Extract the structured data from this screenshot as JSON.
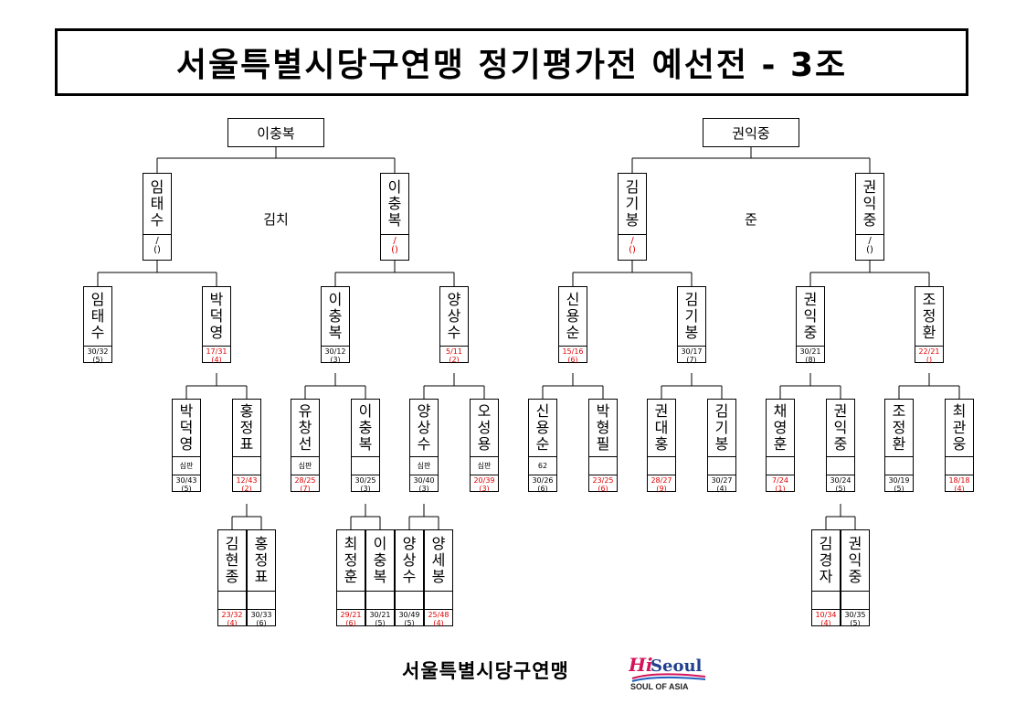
{
  "title": "서울특별시당구연맹 정기평가전 예선전 - 3조",
  "footer": {
    "org_text": "서울특별시당구연맹",
    "logo_brand": "Hi Seoul",
    "logo_tagline": "SOUL OF ASIA"
  },
  "bracket": {
    "left": {
      "winner": "이충복",
      "final_label": "김치",
      "semifinal": [
        {
          "name": "임태수",
          "slash": "/",
          "paren": "()",
          "red": false
        },
        {
          "name": "이충복",
          "slash": "/",
          "paren": "()",
          "red": true
        }
      ],
      "quarterfinal": [
        {
          "name": "임태수",
          "score": "30/32",
          "inning": "(5)",
          "red": false
        },
        {
          "name": "박덕영",
          "score": "17/31",
          "inning": "(4)",
          "red": true
        },
        {
          "name": "이충복",
          "score": "30/12",
          "inning": "(3)",
          "red": false
        },
        {
          "name": "양상수",
          "score": "5/11",
          "inning": "(2)",
          "red": true
        }
      ],
      "round16": [
        {
          "name": "박덕영",
          "note": "심판",
          "score": "30/43",
          "inning": "(5)",
          "red": false
        },
        {
          "name": "홍정표",
          "note": "",
          "score": "12/43",
          "inning": "(2)",
          "red": true
        },
        {
          "name": "유창선",
          "note": "심판",
          "score": "28/25",
          "inning": "(7)",
          "red": true
        },
        {
          "name": "이충복",
          "note": "",
          "score": "30/25",
          "inning": "(3)",
          "red": false
        },
        {
          "name": "양상수",
          "note": "심판",
          "score": "30/40",
          "inning": "(3)",
          "red": false
        },
        {
          "name": "오성용",
          "note": "심판",
          "score": "20/39",
          "inning": "(3)",
          "red": true
        }
      ],
      "round32": [
        {
          "name": "김현종",
          "score": "23/32",
          "inning": "(4)",
          "red": true
        },
        {
          "name": "홍정표",
          "score": "30/33",
          "inning": "(6)",
          "red": false
        },
        {
          "name": "최정훈",
          "score": "29/21",
          "inning": "(6)",
          "red": true
        },
        {
          "name": "이충복",
          "score": "30/21",
          "inning": "(5)",
          "red": false
        },
        {
          "name": "양상수",
          "score": "30/49",
          "inning": "(5)",
          "red": false
        },
        {
          "name": "양세봉",
          "score": "25/48",
          "inning": "(4)",
          "red": true
        }
      ]
    },
    "right": {
      "winner": "권익중",
      "final_label": "준",
      "semifinal": [
        {
          "name": "김기봉",
          "slash": "/",
          "paren": "()",
          "red": true
        },
        {
          "name": "권익중",
          "slash": "/",
          "paren": "()",
          "red": false
        }
      ],
      "quarterfinal": [
        {
          "name": "신용순",
          "score": "15/16",
          "inning": "(6)",
          "red": true
        },
        {
          "name": "김기봉",
          "score": "30/17",
          "inning": "(7)",
          "red": false
        },
        {
          "name": "권익중",
          "score": "30/21",
          "inning": "(8)",
          "red": false
        },
        {
          "name": "조정환",
          "score": "22/21",
          "inning": "()",
          "red": true
        }
      ],
      "round16": [
        {
          "name": "신용순",
          "note": "62",
          "score": "30/26",
          "inning": "(6)",
          "red": false
        },
        {
          "name": "박형필",
          "note": "",
          "score": "23/25",
          "inning": "(6)",
          "red": true
        },
        {
          "name": "권대홍",
          "note": "",
          "score": "28/27",
          "inning": "(9)",
          "red": true
        },
        {
          "name": "김기봉",
          "note": "",
          "score": "30/27",
          "inning": "(4)",
          "red": false
        },
        {
          "name": "채영훈",
          "note": "",
          "score": "7/24",
          "inning": "(1)",
          "red": true
        },
        {
          "name": "권익중",
          "note": "",
          "score": "30/24",
          "inning": "(5)",
          "red": false
        },
        {
          "name": "조정환",
          "note": "",
          "score": "30/19",
          "inning": "(5)",
          "red": false
        },
        {
          "name": "최관웅",
          "note": "",
          "score": "18/18",
          "inning": "(4)",
          "red": true
        }
      ],
      "round32": [
        {
          "name": "김경자",
          "score": "10/34",
          "inning": "(4)",
          "red": true
        },
        {
          "name": "권익중",
          "score": "30/35",
          "inning": "(5)",
          "red": false
        }
      ]
    }
  }
}
